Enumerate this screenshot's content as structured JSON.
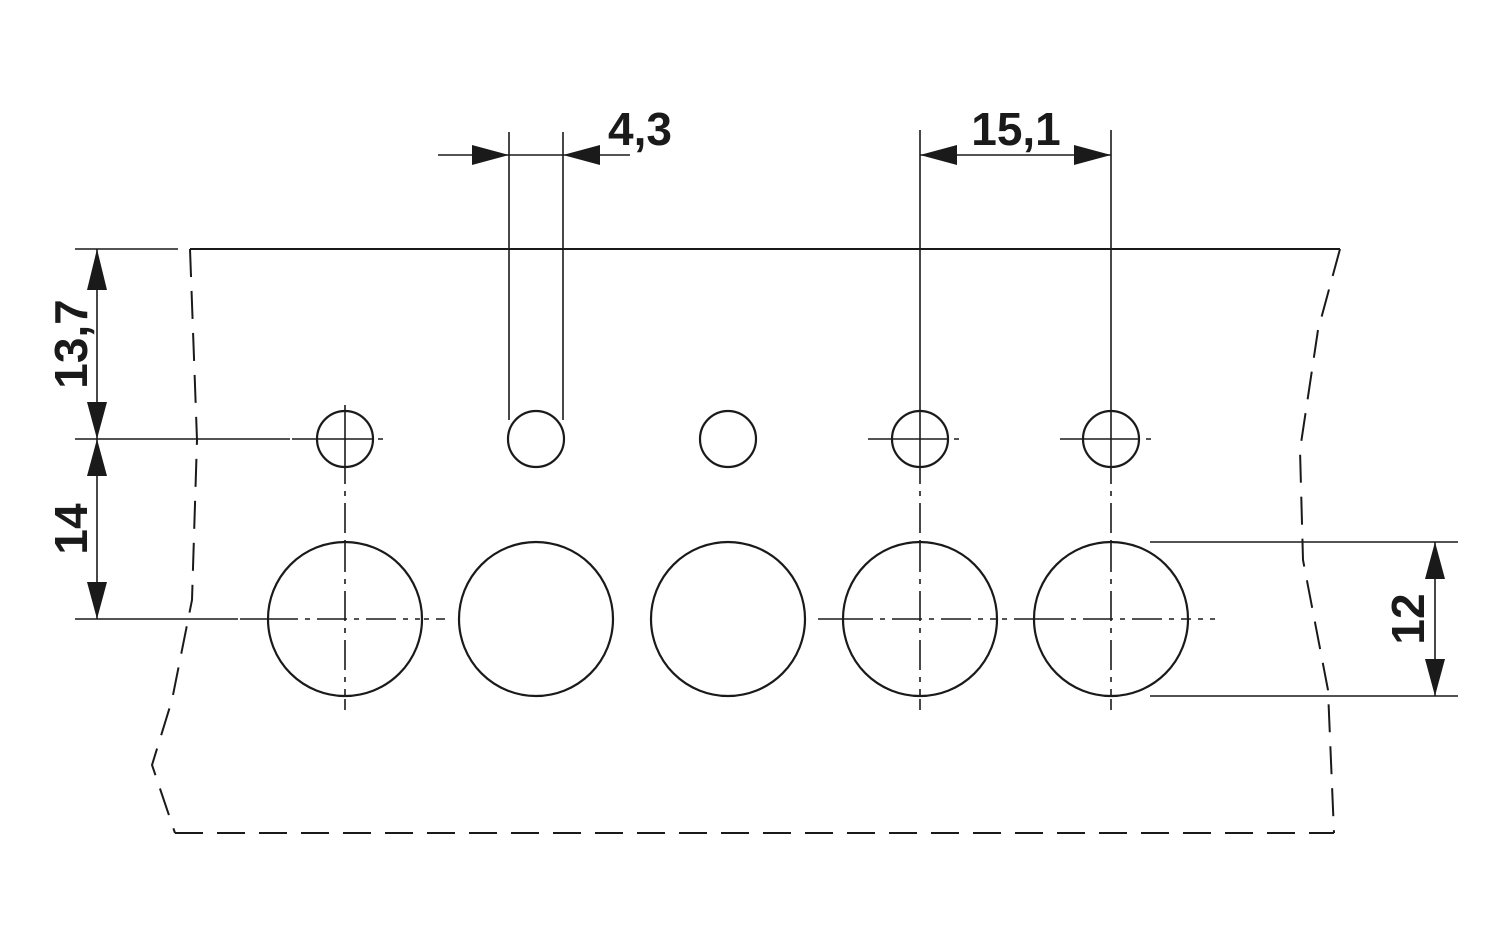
{
  "dimensions": {
    "hole_small_diameter": "4,3",
    "pitch": "15,1",
    "edge_to_small_holes": "13,7",
    "small_to_large_holes": "14",
    "hole_large_diameter": "12"
  },
  "colors": {
    "line": "#1a1a1a",
    "background": "#ffffff"
  }
}
